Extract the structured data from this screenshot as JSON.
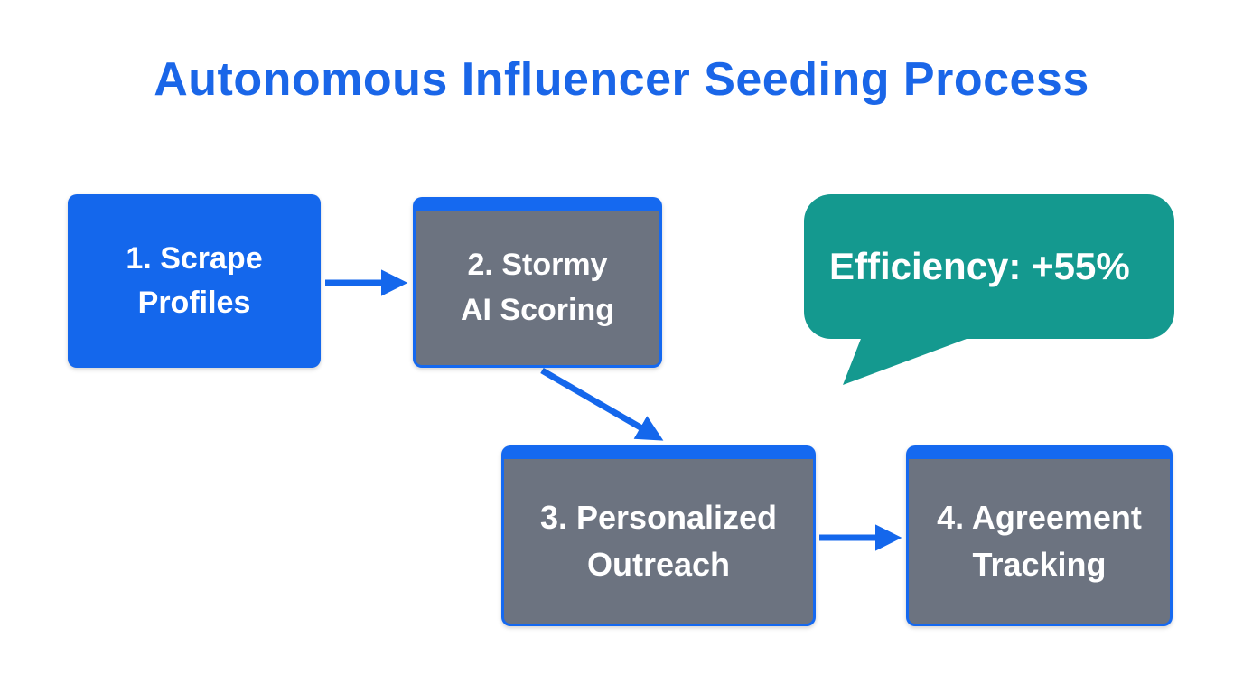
{
  "title": "Autonomous Influencer Seeding Process",
  "steps": [
    {
      "line1": "1. Scrape",
      "line2": "Profiles"
    },
    {
      "line1": "2. Stormy",
      "line2": "AI Scoring"
    },
    {
      "line1": "3. Personalized",
      "line2": "Outreach"
    },
    {
      "line1": "4. Agreement",
      "line2": "Tracking"
    }
  ],
  "callout": {
    "text": "Efficiency: +55%"
  },
  "colors": {
    "title_blue": "#1a66e8",
    "accent_blue": "#1467ec",
    "box_gray": "#6c7380",
    "callout_teal": "#14998f",
    "text_white": "#ffffff"
  }
}
